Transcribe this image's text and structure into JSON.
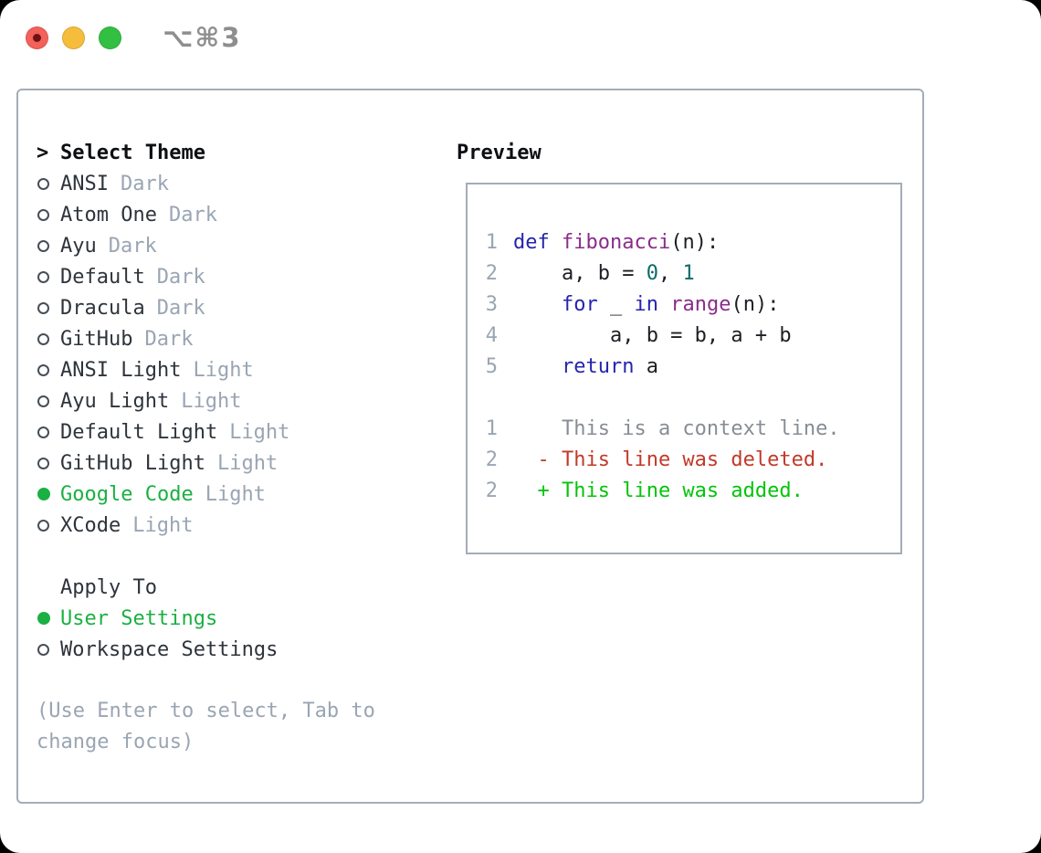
{
  "window": {
    "shortcut": "⌥⌘3",
    "traffic_lights": [
      "close",
      "minimize",
      "zoom"
    ]
  },
  "colors": {
    "accent_green": "#1bb043",
    "diff_add": "#06c30b",
    "diff_del": "#c23a28",
    "code_keyword": "#2525ad",
    "code_function": "#8a2d8a",
    "code_number": "#0a6a6a",
    "muted_gray": "#9aa5b3",
    "border_gray": "#a4adb8"
  },
  "theme_selector": {
    "title_marker": ">",
    "title": "Select Theme",
    "items": [
      {
        "label": "ANSI",
        "tag": "Dark",
        "selected": false
      },
      {
        "label": "Atom One",
        "tag": "Dark",
        "selected": false
      },
      {
        "label": "Ayu",
        "tag": "Dark",
        "selected": false
      },
      {
        "label": "Default",
        "tag": "Dark",
        "selected": false
      },
      {
        "label": "Dracula",
        "tag": "Dark",
        "selected": false
      },
      {
        "label": "GitHub",
        "tag": "Dark",
        "selected": false
      },
      {
        "label": "ANSI Light",
        "tag": "Light",
        "selected": false
      },
      {
        "label": "Ayu Light",
        "tag": "Light",
        "selected": false
      },
      {
        "label": "Default Light",
        "tag": "Light",
        "selected": false
      },
      {
        "label": "GitHub Light",
        "tag": "Light",
        "selected": false
      },
      {
        "label": "Google Code",
        "tag": "Light",
        "selected": true
      },
      {
        "label": "XCode",
        "tag": "Light",
        "selected": false
      }
    ],
    "apply_to": {
      "title": "Apply To",
      "options": [
        {
          "label": "User Settings",
          "selected": true
        },
        {
          "label": "Workspace Settings",
          "selected": false
        }
      ]
    },
    "hint": "(Use Enter to select, Tab to change focus)"
  },
  "preview": {
    "title": "Preview",
    "lines": [
      {
        "num": "1",
        "type": "code",
        "tokens": [
          [
            "kw",
            "def "
          ],
          [
            "fn",
            "fibonacci"
          ],
          [
            "pl",
            "(n):"
          ]
        ]
      },
      {
        "num": "2",
        "type": "code",
        "tokens": [
          [
            "pl",
            "    a, b = "
          ],
          [
            "nu",
            "0"
          ],
          [
            "pl",
            ", "
          ],
          [
            "nu",
            "1"
          ]
        ]
      },
      {
        "num": "3",
        "type": "code",
        "tokens": [
          [
            "pl",
            "    "
          ],
          [
            "kw",
            "for"
          ],
          [
            "pl",
            " _ "
          ],
          [
            "kw",
            "in"
          ],
          [
            "pl",
            " "
          ],
          [
            "fn",
            "range"
          ],
          [
            "pl",
            "(n):"
          ]
        ]
      },
      {
        "num": "4",
        "type": "code",
        "tokens": [
          [
            "pl",
            "        a, b = b, a + b"
          ]
        ]
      },
      {
        "num": "5",
        "type": "code",
        "tokens": [
          [
            "pl",
            "    "
          ],
          [
            "kw",
            "return"
          ],
          [
            "pl",
            " a"
          ]
        ]
      },
      {
        "type": "blank"
      },
      {
        "num": "1",
        "type": "context",
        "text": "    This is a context line."
      },
      {
        "num": "2",
        "type": "del",
        "text": "  - This line was deleted."
      },
      {
        "num": "2",
        "type": "add",
        "text": "  + This line was added."
      }
    ]
  }
}
